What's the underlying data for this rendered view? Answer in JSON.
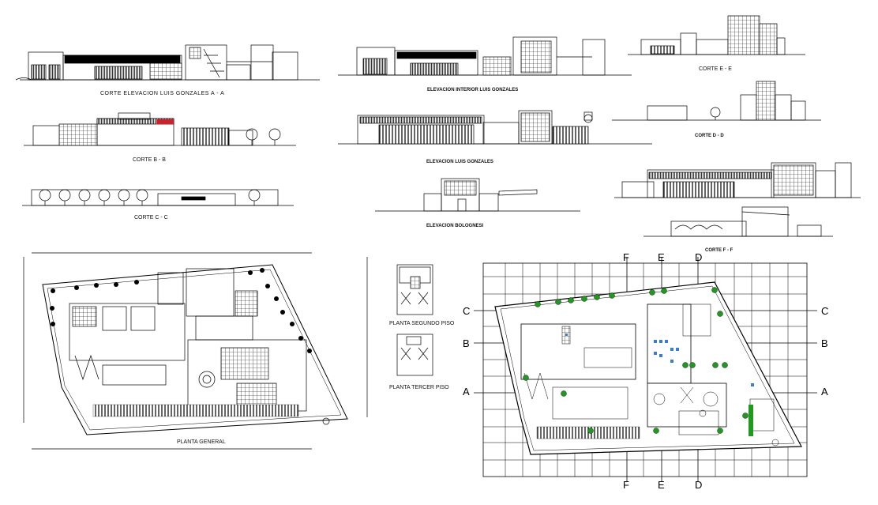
{
  "elevations": {
    "corte_aa": "CORTE ELEVACION  LUIS GONZALES A - A",
    "corte_bb": "CORTE B - B",
    "corte_cc": "CORTE C - C",
    "elev_interior": "ELEVACION INTERIOR LUIS GONZALES",
    "elev_luis": "ELEVACION LUIS GONZALES",
    "elev_bolognesi": "ELEVACION BOLOGNESI",
    "corte_ee": "CORTE E - E",
    "corte_dd": "CORTE D - D",
    "corte_ff": "CORTE F - F"
  },
  "plans": {
    "general": "PLANTA GENERAL",
    "segundo": "PLANTA SEGUNDO PISO",
    "tercer": "PLANTA TERCER PISO"
  },
  "grid_labels": {
    "C": "C",
    "B": "B",
    "A": "A",
    "F": "F",
    "E": "E",
    "D": "D"
  },
  "colors": {
    "line": "#000000",
    "tree": "#1f9a1f",
    "accent_red": "#d0202a",
    "accent_blue": "#3a7bd5"
  }
}
